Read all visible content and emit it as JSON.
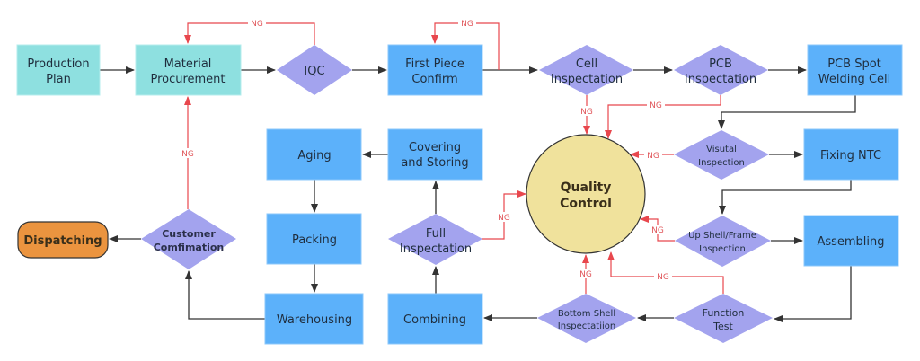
{
  "colors": {
    "teal": "#8ee0e0",
    "blue": "#5cb1fa",
    "diamond": "#a3a3ee",
    "circle": "#f0e29c",
    "orange": "#eb943f",
    "arrow": "#333333",
    "ng": "#e8474d"
  },
  "ng_label": "NG",
  "nodes": {
    "production_plan": [
      "Production",
      "Plan"
    ],
    "material_procurement": [
      "Material",
      "Procurement"
    ],
    "iqc": [
      "IQC"
    ],
    "first_piece_confirm": [
      "First Piece",
      "Confirm"
    ],
    "cell_inspectation": [
      "Cell",
      "Inspectation"
    ],
    "pcb_inspectation": [
      "PCB",
      "Inspectation"
    ],
    "pcb_spot_welding_cell": [
      "PCB Spot",
      "Welding Cell"
    ],
    "quality_control": [
      "Quality",
      "Control"
    ],
    "visutal_inspection": [
      "Visutal",
      "Inspection"
    ],
    "fixing_ntc": [
      "Fixing NTC"
    ],
    "up_shell_frame_inspection": [
      "Up Shell/Frame",
      "Inspection"
    ],
    "assembling": [
      "Assembling"
    ],
    "function_test": [
      "Function",
      "Test"
    ],
    "bottom_shell_inspectatiion": [
      "Bottom Shell",
      "Inspectatiion"
    ],
    "combining": [
      "Combining"
    ],
    "full_inspectation": [
      "Full",
      "Inspectation"
    ],
    "covering_and_storing": [
      "Covering",
      "and Storing"
    ],
    "aging": [
      "Aging"
    ],
    "packing": [
      "Packing"
    ],
    "warehousing": [
      "Warehousing"
    ],
    "customer_confimation": [
      "Customer",
      "Comfimation"
    ],
    "dispatching": [
      "Dispatching"
    ]
  }
}
